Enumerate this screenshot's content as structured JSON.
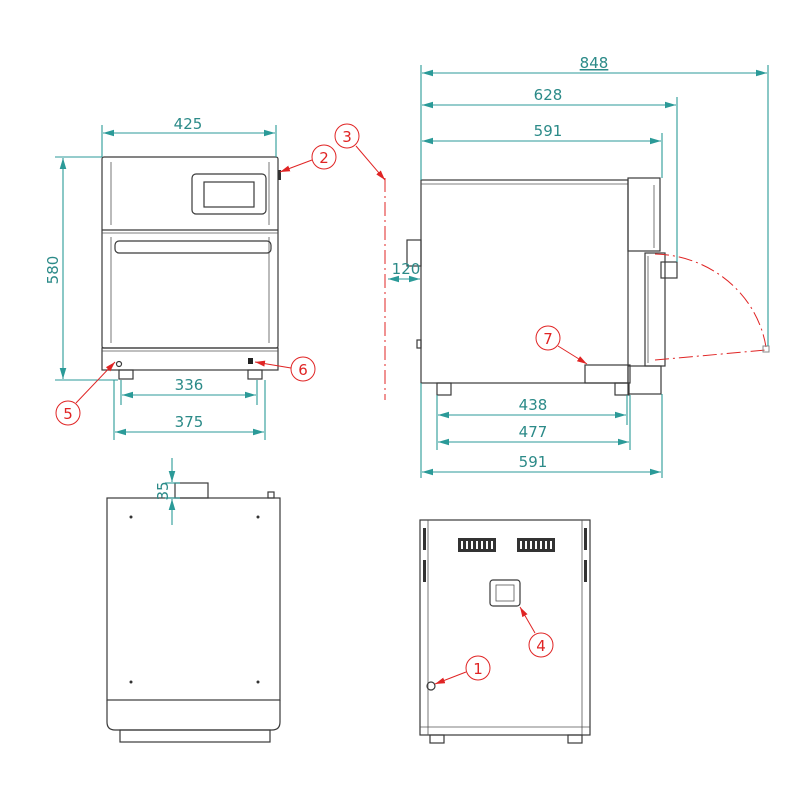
{
  "drawing": {
    "front_view": {
      "width": "425",
      "height": "580",
      "foot_spacing_inner": "336",
      "foot_spacing_outer": "375"
    },
    "side_view": {
      "depth_door_open": "848",
      "depth_with_handle": "628",
      "depth_top": "591",
      "rear_clearance": "120",
      "foot_spacing_inner": "438",
      "foot_spacing_outer": "477",
      "depth_base": "591"
    },
    "top_view": {
      "rear_connector": "35"
    },
    "balloons": [
      "1",
      "2",
      "3",
      "4",
      "5",
      "6",
      "7"
    ],
    "colors": {
      "dimension": "#2b9a98",
      "callout": "#e02424",
      "outline": "#3a3a3a"
    }
  }
}
